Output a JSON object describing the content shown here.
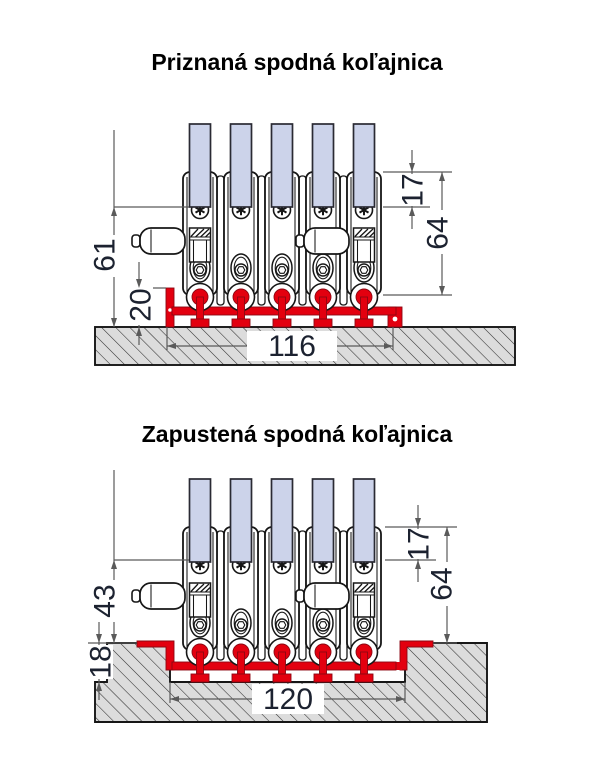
{
  "diagrams": [
    {
      "title": "Priznaná spodná koľajnica",
      "dimensions": {
        "floor_to_glass_mm": "61",
        "rail_upstand_mm": "20",
        "carrier_top_to_glass_mm": "17",
        "carrier_height_mm": "64",
        "rail_width_mm": "116"
      }
    },
    {
      "title": "Zapustená spodná koľajnica",
      "dimensions": {
        "floor_to_glass_mm": "43",
        "recess_depth_mm": "18",
        "carrier_top_to_glass_mm": "17",
        "carrier_height_mm": "64",
        "rail_width_mm": "120"
      }
    }
  ],
  "colors": {
    "rail_red": "#e3000f",
    "glass_fill": "#ccd3ea",
    "glass_stroke": "#2a2a33",
    "floor_fill": "#dcdcdc",
    "hatch_line": "#2e2e2e",
    "outline": "#161616",
    "dim_line": "#5a5a5a",
    "dim_text": "#1c2230"
  }
}
